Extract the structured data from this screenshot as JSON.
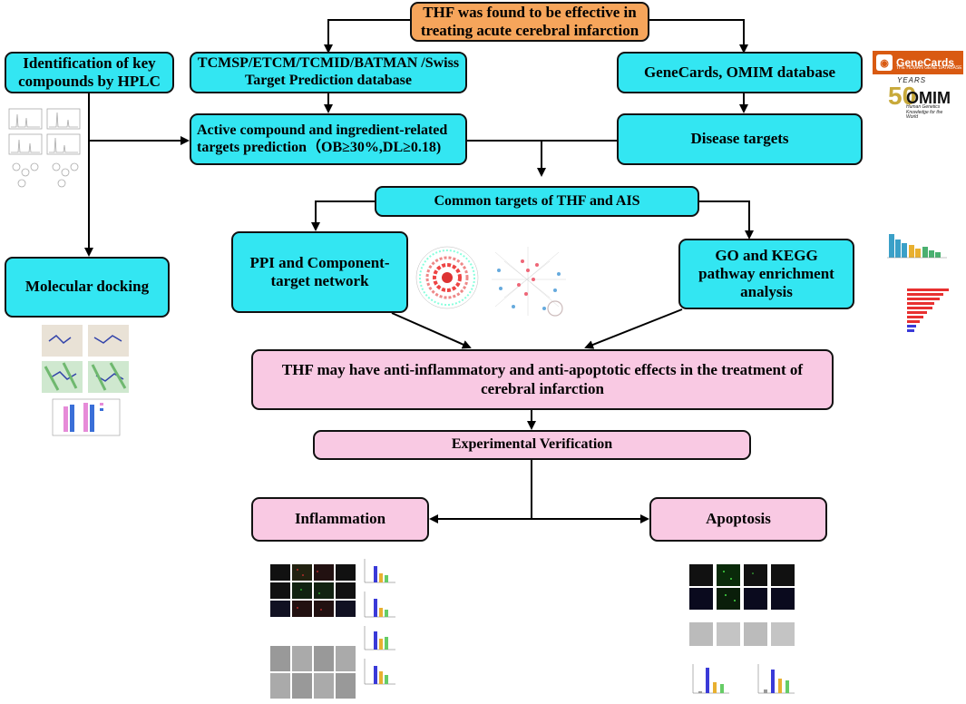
{
  "boxes": {
    "thf_effective": "THF was found to be effective in treating acute cerebral infarction",
    "hplc": "Identification of key compounds by HPLC",
    "databases": "TCMSP/ETCM/TCMID/BATMAN /Swiss Target Prediction database",
    "genecards_omim": "GeneCards, OMIM database",
    "active_compound": "Active compound and ingredient-related targets prediction（OB≥30%,DL≥0.18)",
    "disease_targets": "Disease targets",
    "common_targets": "Common targets of THF and AIS",
    "molecular_docking": "Molecular docking",
    "ppi": "PPI and Component-target network",
    "go_kegg": "GO and KEGG pathway enrichment analysis",
    "conclusion": "THF may have anti-inflammatory and anti-apoptotic effects  in the treatment of cerebral infarction",
    "experimental": "Experimental Verification",
    "inflammation": "Inflammation",
    "apoptosis": "Apoptosis"
  },
  "logos": {
    "genecards": "GeneCards",
    "genecards_sub": "THE HUMAN GENE DATABASE",
    "omim_years": "YEARS",
    "omim_num": "50",
    "omim_word": "OMIM",
    "omim_tag": "Human Genetics Knowledge for the World"
  },
  "colors": {
    "cyan_box": "#33e6f2",
    "pink_box": "#f9c9e3",
    "orange_box": "#f6a55b",
    "arrow": "#000000"
  }
}
